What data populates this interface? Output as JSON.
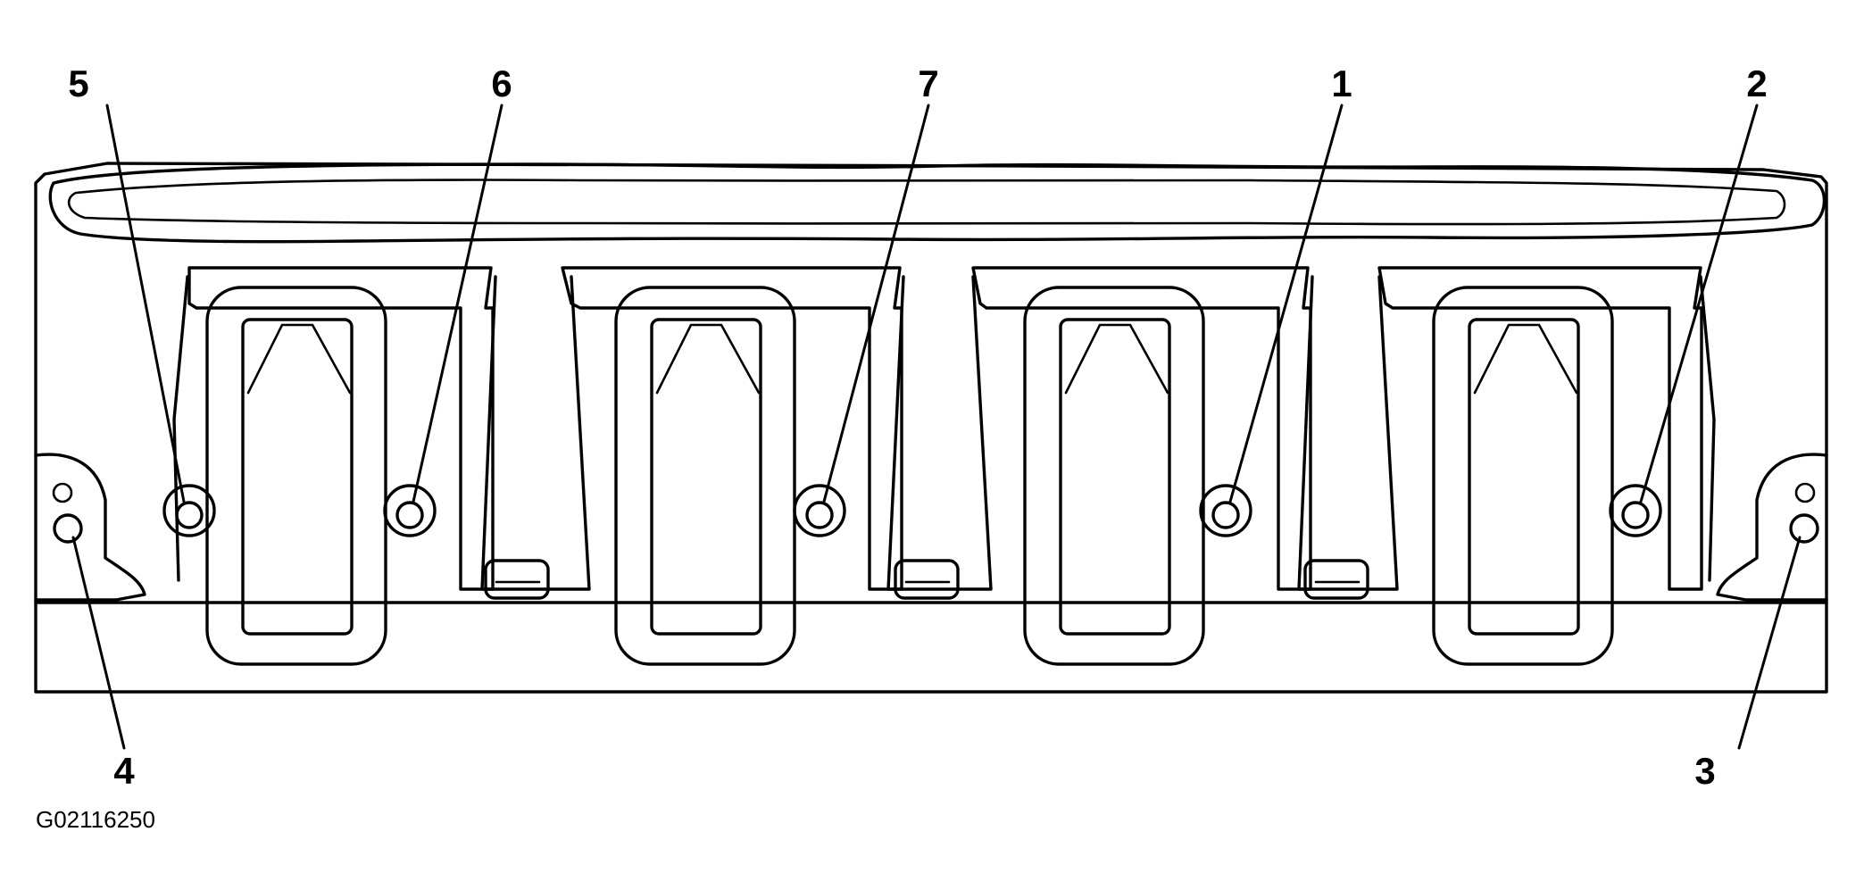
{
  "figure": {
    "id": "G02116250",
    "line_color": "#000000",
    "background": "#ffffff"
  },
  "callouts": [
    {
      "label": "1"
    },
    {
      "label": "2"
    },
    {
      "label": "3"
    },
    {
      "label": "4"
    },
    {
      "label": "5"
    },
    {
      "label": "6"
    },
    {
      "label": "7"
    }
  ]
}
